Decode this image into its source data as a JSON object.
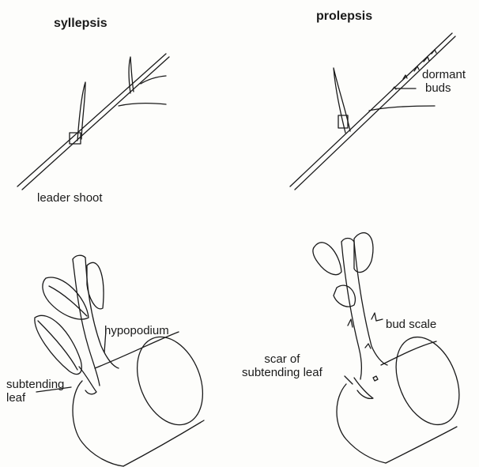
{
  "diagram": {
    "titles": {
      "left": "syllepsis",
      "right": "prolepsis"
    },
    "labels": {
      "leader_shoot": "leader shoot",
      "dormant": "dormant",
      "buds": "buds",
      "hypopodium": "hypopodium",
      "subtending_left_line1": "subtending",
      "subtending_left_line2": "leaf",
      "bud_scale": "bud scale",
      "scar_line1": "scar of",
      "scar_line2": "subtending leaf"
    },
    "colors": {
      "ink": "#1a1a1a",
      "paper": "#fdfdfb"
    }
  }
}
